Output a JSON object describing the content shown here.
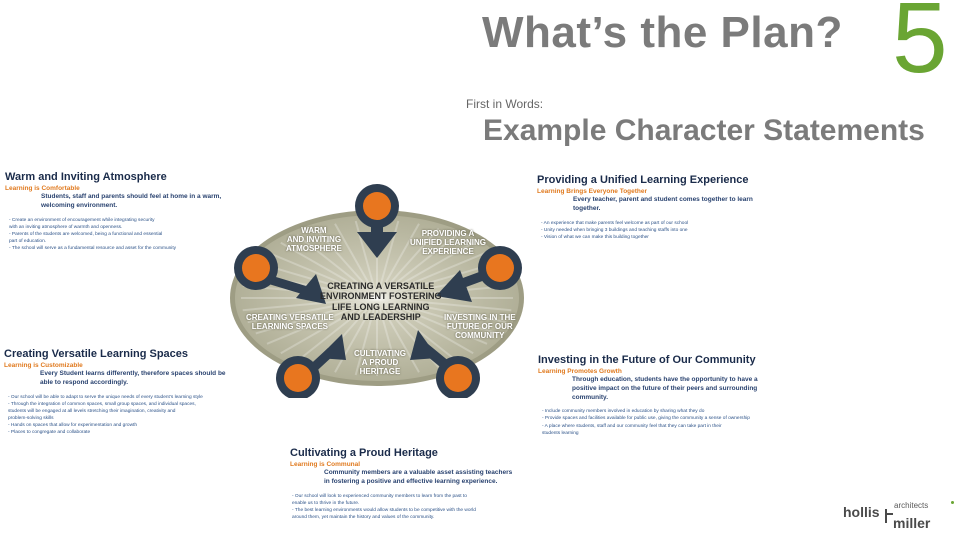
{
  "slide": {
    "title": "What’s the Plan?",
    "number": "5",
    "intro": "First in Words:",
    "subtitle": "Example Character Statements"
  },
  "panels": {
    "warm": {
      "heading": "Warm and Inviting Atmosphere",
      "tag": "Learning is Comfortable",
      "statement": "Students, staff and parents should feel at home in a warm, welcoming environment.",
      "bullets": [
        "- Create an environment of encouragement while integrating security\n  with an inviting atmosphere of warmth and openness.",
        "- Parents of the students are welcomed, being a functional and essential\n  part of education.",
        "- The school will serve as a fundamental resource and asset for the community"
      ]
    },
    "unified": {
      "heading": "Providing a Unified Learning Experience",
      "tag": "Learning Brings Everyone Together",
      "statement": "Every teacher, parent and student comes together to learn together.",
      "bullets": [
        "- An experience that make parents feel welcome as part of our school",
        "- Unity needed when bringing 3 buildings and teaching staffs into one",
        "- Vision of what we can make this building together"
      ]
    },
    "versatile": {
      "heading": "Creating Versatile Learning Spaces",
      "tag": "Learning is Customizable",
      "statement": "Every Student learns differently, therefore spaces should be able to respond accordingly.",
      "bullets": [
        "- Our school will be able to adapt to serve the unique needs of every student’s learning style",
        "- Through the integration of common spaces, small group spaces, and individual spaces,\n  students will be engaged at all levels stretching their imagination, creativity and\n  problem-solving skills",
        "- Hands on spaces that allow for experimentation and growth",
        "- Places to congregate and collaborate"
      ]
    },
    "investing": {
      "heading": "Investing in the Future of Our Community",
      "tag": "Learning Promotes Growth",
      "statement": "Through education, students have the opportunity to have a positive impact on the future of their peers and surrounding community.",
      "bullets": [
        "- Include community members involved in education by sharing what they do",
        "- Provide spaces and facilities available for public use, giving the community a sense of ownership",
        "- A place where students, staff and our community feel that they can take part in their\n  students learning"
      ]
    },
    "heritage": {
      "heading": "Cultivating a Proud Heritage",
      "tag": "Learning is Communal",
      "statement": "Community members are a valuable asset assisting teachers in fostering a positive and effective learning experience.",
      "bullets": [
        "- Our school will look to experienced community members to learn from the past to\n  enable us to thrive in the future.",
        "- The best learning environments would allow students to be competitive with the world\n  around them, yet maintain the history and values of the community."
      ]
    }
  },
  "diagram": {
    "center": "CREATING A VERSATILE\nENVIRONMENT FOSTERING\nLIFE LONG LEARNING\nAND LEADERSHIP",
    "warm": "WARM\nAND INVITING\nATMOSPHERE",
    "unified": "PROVIDING A\nUNIFIED LEARNING\nEXPERIENCE",
    "versatile": "CREATING VERSATILE\nLEARNING SPACES",
    "investing": "INVESTING IN THE\nFUTURE OF OUR\nCOMMUNITY",
    "heritage": "CULTIVATING\nA PROUD\nHERITAGE",
    "colors": {
      "ellipse": "#a9a88f",
      "ellipse_inner": "#d8d6c4",
      "arrow": "#2f3e50",
      "node": "#e8761f"
    }
  },
  "logo": {
    "hollis": "hollis",
    "miller": "miller",
    "architects": "architects"
  }
}
